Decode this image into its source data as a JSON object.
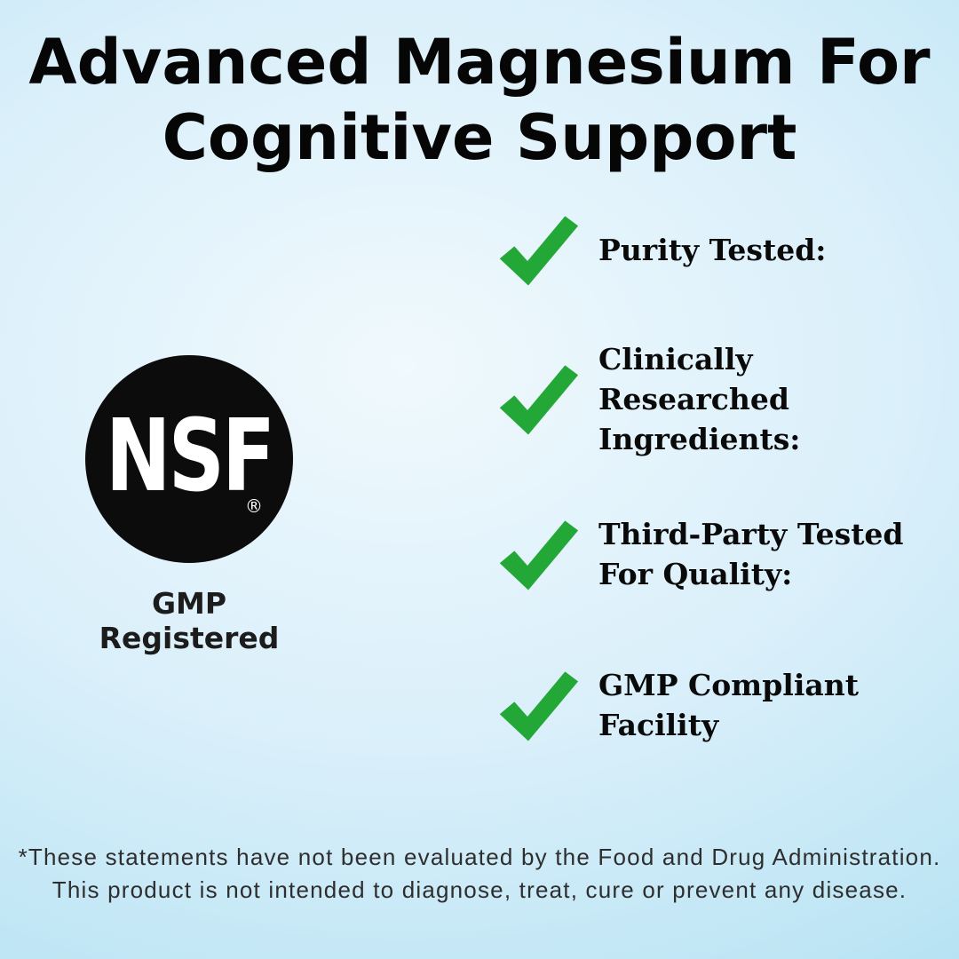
{
  "page": {
    "title": "Advanced Magnesium For\nCognitive Support"
  },
  "badge": {
    "logo_text": "NSF",
    "registered_mark": "®",
    "caption": "GMP Registered"
  },
  "checklist": {
    "items": [
      {
        "label": "Purity Tested:"
      },
      {
        "label": "Clinically\nResearched\nIngredients:"
      },
      {
        "label": "Third-Party Tested\nFor Quality:"
      },
      {
        "label": "GMP Compliant\nFacility"
      }
    ]
  },
  "disclaimer": {
    "line1": "*These statements have not been evaluated by the Food and Drug Administration.",
    "line2": "This product is not intended to diagnose, treat, cure or prevent any disease."
  },
  "colors": {
    "check_green": "#23a837",
    "badge_black": "#0c0c0c",
    "text_black": "#060606",
    "background_blue": "#a3dbef"
  }
}
